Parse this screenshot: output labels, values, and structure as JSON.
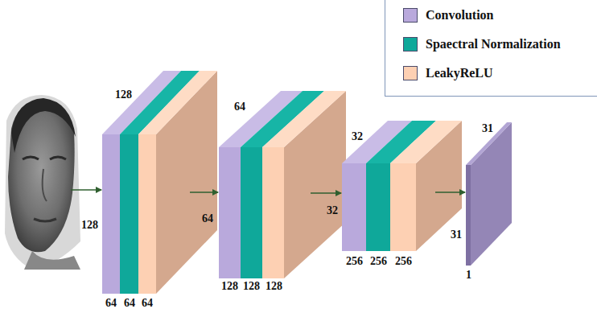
{
  "diagram": {
    "labels": [
      "128",
      "128",
      "64",
      "64",
      "64",
      "64",
      "64",
      "128",
      "128",
      "128",
      "32",
      "32",
      "256",
      "256",
      "256",
      "31",
      "31",
      "1"
    ],
    "legend": [
      {
        "text": "Convolution",
        "color": "#b9a9dc"
      },
      {
        "text": "Spaectral Normalization",
        "color": "#0fa89a"
      },
      {
        "text": "LeakyReLU",
        "color": "#fdd0b3"
      }
    ]
  }
}
